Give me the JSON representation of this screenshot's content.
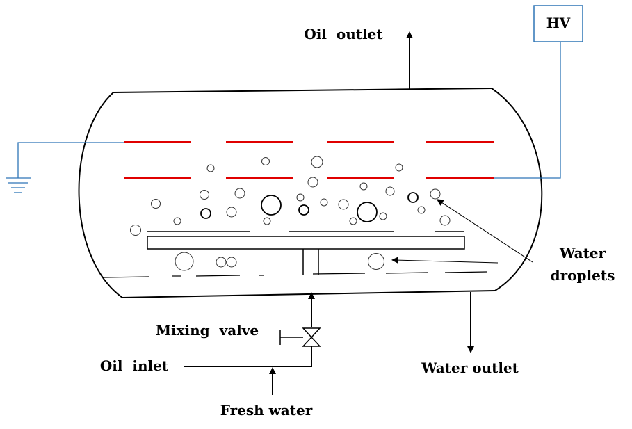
{
  "labels": {
    "oil_outlet": "Oil  outlet",
    "hv": "HV",
    "water_droplets_line1": "Water",
    "water_droplets_line2": "droplets",
    "mixing_valve": "Mixing  valve",
    "oil_inlet": "Oil  inlet",
    "water_outlet": "Water outlet",
    "fresh_water": "Fresh water"
  },
  "colors": {
    "vessel_outline": "#000000",
    "electrode": "#e00000",
    "wiring": "#2e75b6",
    "text": "#000000"
  }
}
